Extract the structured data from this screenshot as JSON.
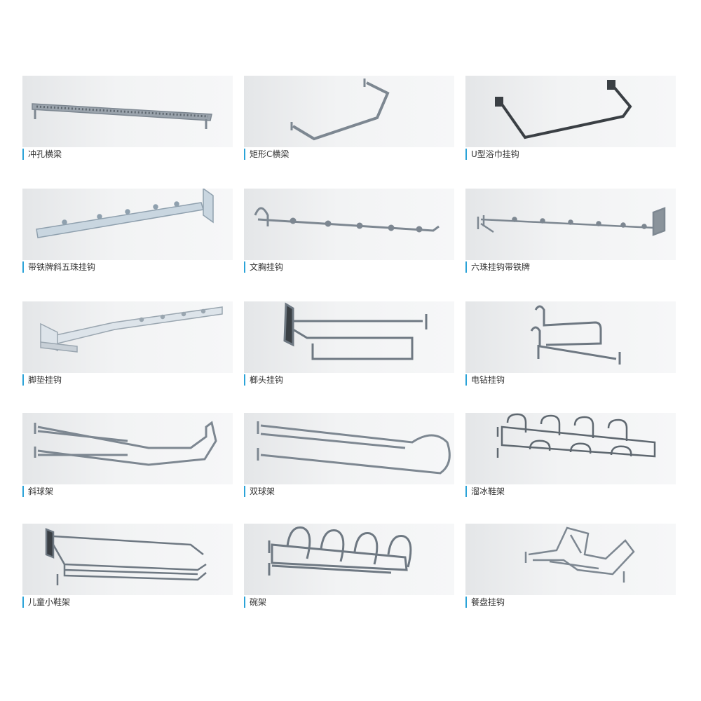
{
  "items": [
    {
      "label": "冲孔横梁",
      "icon": "perforated-crossbar-image"
    },
    {
      "label": "矩形C横梁",
      "icon": "rectangular-c-crossbar-image"
    },
    {
      "label": "U型浴巾挂钩",
      "icon": "u-towel-hook-image"
    },
    {
      "label": "带铁牌斜五珠挂钩",
      "icon": "slanted-five-bead-hook-image"
    },
    {
      "label": "文胸挂钩",
      "icon": "bra-hook-image"
    },
    {
      "label": "六珠挂钩带铁牌",
      "icon": "six-bead-hook-plate-image"
    },
    {
      "label": "脚垫挂钩",
      "icon": "footmat-hook-image"
    },
    {
      "label": "榔头挂钩",
      "icon": "hammer-hook-image"
    },
    {
      "label": "电钻挂钩",
      "icon": "drill-hook-image"
    },
    {
      "label": "斜球架",
      "icon": "slanted-ball-rack-image"
    },
    {
      "label": "双球架",
      "icon": "double-ball-rack-image"
    },
    {
      "label": "溜冰鞋架",
      "icon": "skate-rack-image"
    },
    {
      "label": "儿童小鞋架",
      "icon": "kids-shoe-rack-image"
    },
    {
      "label": "碗架",
      "icon": "bowl-rack-image"
    },
    {
      "label": "餐盘挂钩",
      "icon": "plate-hook-image"
    }
  ],
  "colors": {
    "accent": "#2aa3d8",
    "metal": "#7d8791",
    "metal_dark": "#3a3f44",
    "panel": "#f2f3f4"
  }
}
